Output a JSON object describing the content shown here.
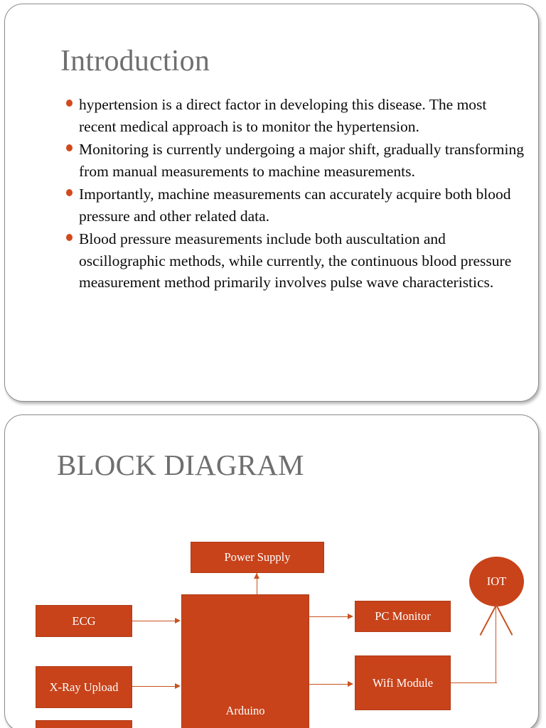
{
  "theme": {
    "accent_orange": "#c8431a",
    "bullet_orange": "#d2491c",
    "connector_orange": "#c8531f",
    "title_gray": "#6f6f6f",
    "body_black": "#0a0a0a",
    "slide_border": "#8d8d8d",
    "slide_background": "#ffffff"
  },
  "slides": [
    {
      "id": "introduction",
      "title": "Introduction",
      "bullets": [
        "hypertension is a direct factor in developing this disease. The most recent medical approach is to monitor the hypertension.",
        "Monitoring is currently undergoing a major shift, gradually transforming from manual measurements to machine measurements.",
        "Importantly, machine measurements can accurately acquire both blood pressure and other related data.",
        "Blood pressure measurements include both auscultation and oscillographic methods, while currently, the continuous blood pressure measurement method primarily involves pulse wave characteristics."
      ]
    },
    {
      "id": "block-diagram",
      "title": "BLOCK DIAGRAM"
    }
  ],
  "diagram": {
    "blocks": [
      {
        "key": "power",
        "label": "Power Supply",
        "shape": "rect"
      },
      {
        "key": "arduino",
        "label": "Arduino",
        "shape": "rect"
      },
      {
        "key": "ecg",
        "label": "ECG",
        "shape": "rect"
      },
      {
        "key": "xray",
        "label": "X-Ray Upload",
        "shape": "rect"
      },
      {
        "key": "extra",
        "label": "",
        "shape": "rect"
      },
      {
        "key": "pcmon",
        "label": "PC Monitor",
        "shape": "rect"
      },
      {
        "key": "wifi",
        "label": "Wifi Module",
        "shape": "rect"
      },
      {
        "key": "iot",
        "label": "IOT",
        "shape": "ellipse"
      }
    ],
    "connections": [
      {
        "from": "arduino",
        "to": "power",
        "style": "arrow-up"
      },
      {
        "from": "ecg",
        "to": "arduino",
        "style": "arrow-right"
      },
      {
        "from": "xray",
        "to": "arduino",
        "style": "arrow-right"
      },
      {
        "from": "arduino",
        "to": "pcmon",
        "style": "arrow-right"
      },
      {
        "from": "arduino",
        "to": "wifi",
        "style": "arrow-right"
      },
      {
        "from": "wifi",
        "to": "iot",
        "style": "elbow-up"
      }
    ]
  }
}
